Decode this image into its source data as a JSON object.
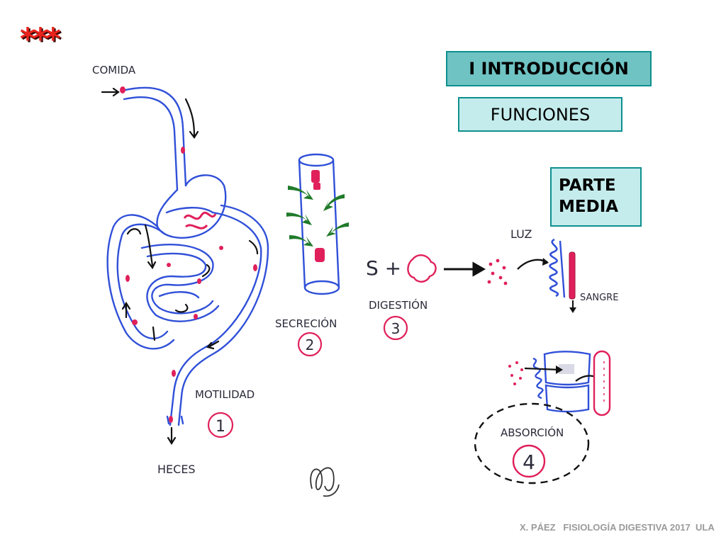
{
  "stars": "***",
  "title": "I INTRODUCCIÓN",
  "subtitle": "FUNCIONES",
  "part_line1": "PARTE",
  "part_line2": "MEDIA",
  "labels": {
    "comida": "COMIDA",
    "heces": "HECES",
    "motilidad": "MOTILIDAD",
    "secrecion": "SECRECIÓN",
    "digestion": "DIGESTIÓN",
    "absorcion": "ABSORCIÓN",
    "luz": "LUZ",
    "sangre": "SANGRE",
    "s_plus": "S +"
  },
  "numbers": {
    "n1": "1",
    "n2": "2",
    "n3": "3",
    "n4": "4"
  },
  "footer": "X. PÁEZ   FISIOLOGÍA DIGESTIVA 2017  ULA",
  "colors": {
    "tube": "#3050d8",
    "pink": "#e0205a",
    "green": "#1f7a2a",
    "teal_border": "#0f8f8f",
    "teal_fill": "#6fc3c3",
    "light_teal": "#c5ecec",
    "star_red": "#e8231c"
  }
}
